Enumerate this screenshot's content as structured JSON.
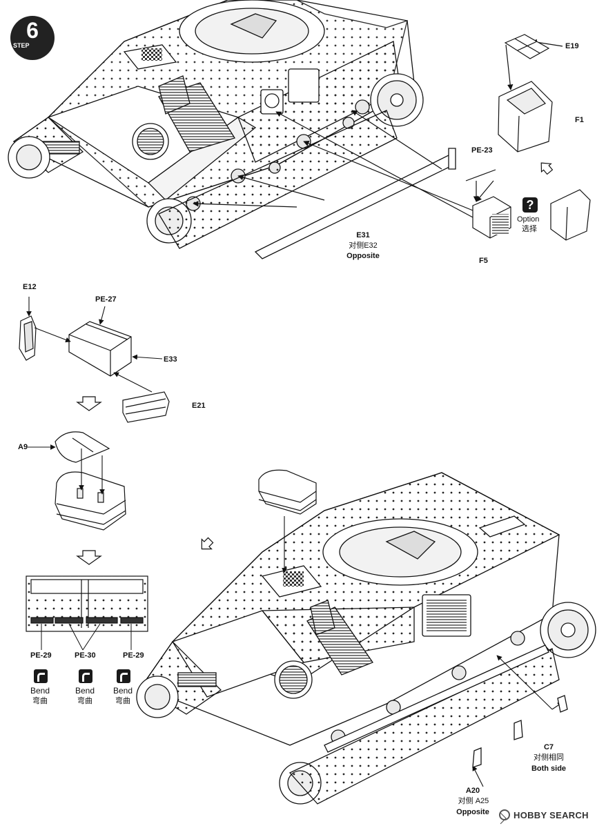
{
  "step": {
    "number": "6",
    "word": "STEP"
  },
  "labels": {
    "e19": "E19",
    "f1": "F1",
    "pe23": "PE-23",
    "f5": "F5",
    "option_q": "?",
    "option_en": "Option",
    "option_cn": "选择",
    "e31": "E31",
    "e31_cn": "对侧E32",
    "e31_en": "Opposite",
    "e12": "E12",
    "pe27": "PE-27",
    "e33": "E33",
    "e21": "E21",
    "a9": "A9",
    "pe29_left": "PE-29",
    "pe30": "PE-30",
    "pe29_right": "PE-29",
    "bend_en": "Bend",
    "bend_cn": "弯曲",
    "c7": "C7",
    "c7_cn": "对侧相同",
    "c7_en": "Both side",
    "a20": "A20",
    "a20_cn": "对侧 A25",
    "a20_en": "Opposite"
  },
  "watermark": "HOBBY SEARCH",
  "colors": {
    "ink": "#111111",
    "paper": "#ffffff",
    "shade": "#9a9a9a",
    "dark": "#222222"
  }
}
